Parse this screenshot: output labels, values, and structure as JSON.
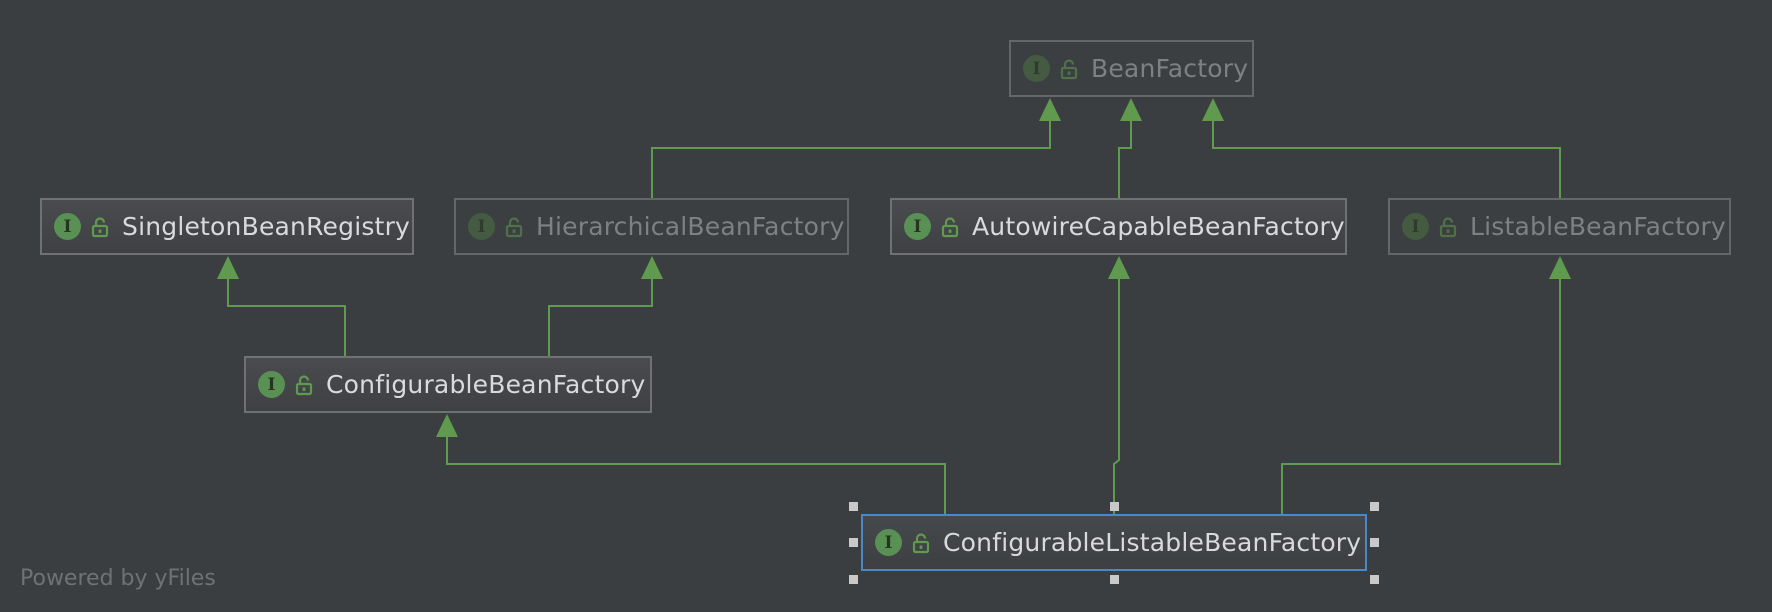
{
  "diagram": {
    "nodes": [
      {
        "id": "bean-factory",
        "label": "BeanFactory",
        "stereotype": "I",
        "dimmed": true,
        "selected": false
      },
      {
        "id": "singleton-bean-registry",
        "label": "SingletonBeanRegistry",
        "stereotype": "I",
        "dimmed": false,
        "selected": false
      },
      {
        "id": "hierarchical-bean-factory",
        "label": "HierarchicalBeanFactory",
        "stereotype": "I",
        "dimmed": true,
        "selected": false
      },
      {
        "id": "autowire-capable-bean-factory",
        "label": "AutowireCapableBeanFactory",
        "stereotype": "I",
        "dimmed": false,
        "selected": false
      },
      {
        "id": "listable-bean-factory",
        "label": "ListableBeanFactory",
        "stereotype": "I",
        "dimmed": true,
        "selected": false
      },
      {
        "id": "configurable-bean-factory",
        "label": "ConfigurableBeanFactory",
        "stereotype": "I",
        "dimmed": false,
        "selected": false
      },
      {
        "id": "configurable-listable-bean-factory",
        "label": "ConfigurableListableBeanFactory",
        "stereotype": "I",
        "dimmed": false,
        "selected": true
      }
    ],
    "edges": [
      {
        "from": "hierarchical-bean-factory",
        "to": "bean-factory",
        "relation": "extends"
      },
      {
        "from": "autowire-capable-bean-factory",
        "to": "bean-factory",
        "relation": "extends"
      },
      {
        "from": "listable-bean-factory",
        "to": "bean-factory",
        "relation": "extends"
      },
      {
        "from": "configurable-bean-factory",
        "to": "singleton-bean-registry",
        "relation": "extends"
      },
      {
        "from": "configurable-bean-factory",
        "to": "hierarchical-bean-factory",
        "relation": "extends"
      },
      {
        "from": "configurable-listable-bean-factory",
        "to": "configurable-bean-factory",
        "relation": "extends"
      },
      {
        "from": "configurable-listable-bean-factory",
        "to": "autowire-capable-bean-factory",
        "relation": "extends"
      },
      {
        "from": "configurable-listable-bean-factory",
        "to": "listable-bean-factory",
        "relation": "extends"
      }
    ],
    "icons": {
      "stereotype": "interface-icon",
      "visibility": "public-lock-icon"
    },
    "colors": {
      "edge": "#5f9a4f",
      "selection": "#4a88c7",
      "background": "#3b3e41"
    }
  },
  "footer": {
    "watermark": "Powered by yFiles"
  }
}
